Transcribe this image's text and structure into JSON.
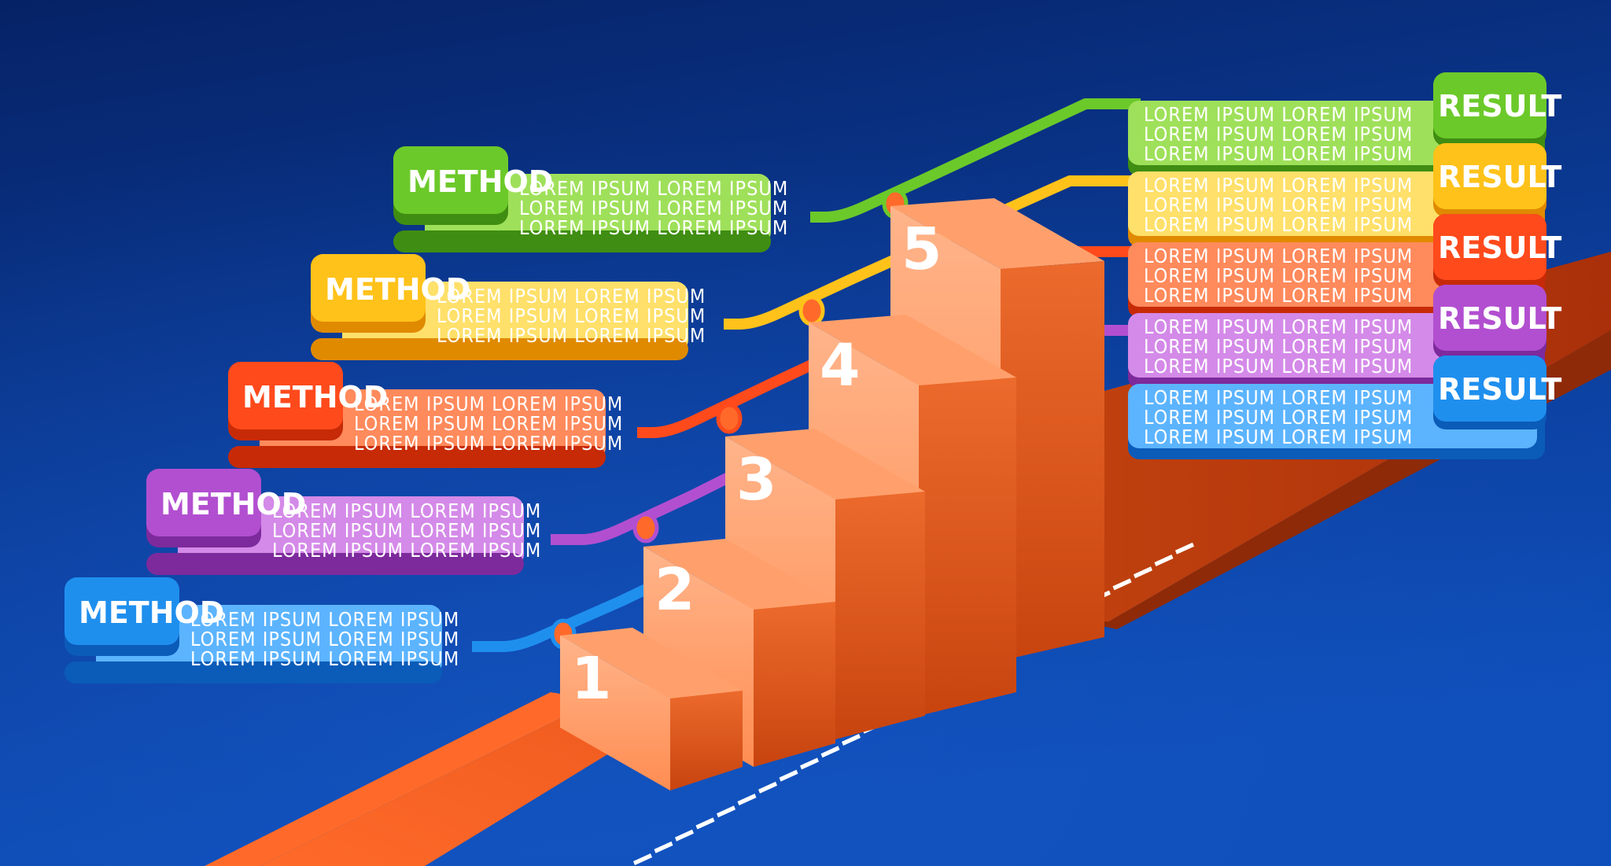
{
  "colors": {
    "background_top": "#06256e",
    "background_bottom": "#0d47b0",
    "step_front": "#ff8a4c",
    "step_side": "#d94a12",
    "green": "#63c12a",
    "yellow": "#ffc21a",
    "red": "#ff4a1c",
    "purple": "#b24fd0",
    "blue": "#1f8fee"
  },
  "steps": [
    {
      "number": "1"
    },
    {
      "number": "2"
    },
    {
      "number": "3"
    },
    {
      "number": "4"
    },
    {
      "number": "5"
    }
  ],
  "methods": [
    {
      "tab": "METHOD",
      "lines": [
        "LOREM IPSUM LOREM IPSUM",
        "LOREM IPSUM LOREM IPSUM",
        "LOREM IPSUM LOREM IPSUM"
      ],
      "color": "blue"
    },
    {
      "tab": "METHOD",
      "lines": [
        "LOREM IPSUM LOREM IPSUM",
        "LOREM IPSUM LOREM IPSUM",
        "LOREM IPSUM LOREM IPSUM"
      ],
      "color": "purple"
    },
    {
      "tab": "METHOD",
      "lines": [
        "LOREM IPSUM LOREM IPSUM",
        "LOREM IPSUM LOREM IPSUM",
        "LOREM IPSUM LOREM IPSUM"
      ],
      "color": "red"
    },
    {
      "tab": "METHOD",
      "lines": [
        "LOREM IPSUM LOREM IPSUM",
        "LOREM IPSUM LOREM IPSUM",
        "LOREM IPSUM LOREM IPSUM"
      ],
      "color": "yellow"
    },
    {
      "tab": "METHOD",
      "lines": [
        "LOREM IPSUM LOREM IPSUM",
        "LOREM IPSUM LOREM IPSUM",
        "LOREM IPSUM LOREM IPSUM"
      ],
      "color": "green"
    }
  ],
  "results": [
    {
      "tab": "RESULT",
      "lines": [
        "LOREM IPSUM LOREM IPSUM",
        "LOREM IPSUM LOREM IPSUM",
        "LOREM IPSUM LOREM IPSUM"
      ],
      "color": "green"
    },
    {
      "tab": "RESULT",
      "lines": [
        "LOREM IPSUM LOREM IPSUM",
        "LOREM IPSUM LOREM IPSUM",
        "LOREM IPSUM LOREM IPSUM"
      ],
      "color": "yellow"
    },
    {
      "tab": "RESULT",
      "lines": [
        "LOREM IPSUM LOREM IPSUM",
        "LOREM IPSUM LOREM IPSUM",
        "LOREM IPSUM LOREM IPSUM"
      ],
      "color": "red"
    },
    {
      "tab": "RESULT",
      "lines": [
        "LOREM IPSUM LOREM IPSUM",
        "LOREM IPSUM LOREM IPSUM",
        "LOREM IPSUM LOREM IPSUM"
      ],
      "color": "purple"
    },
    {
      "tab": "RESULT",
      "lines": [
        "LOREM IPSUM LOREM IPSUM",
        "LOREM IPSUM LOREM IPSUM",
        "LOREM IPSUM LOREM IPSUM"
      ],
      "color": "blue"
    }
  ]
}
